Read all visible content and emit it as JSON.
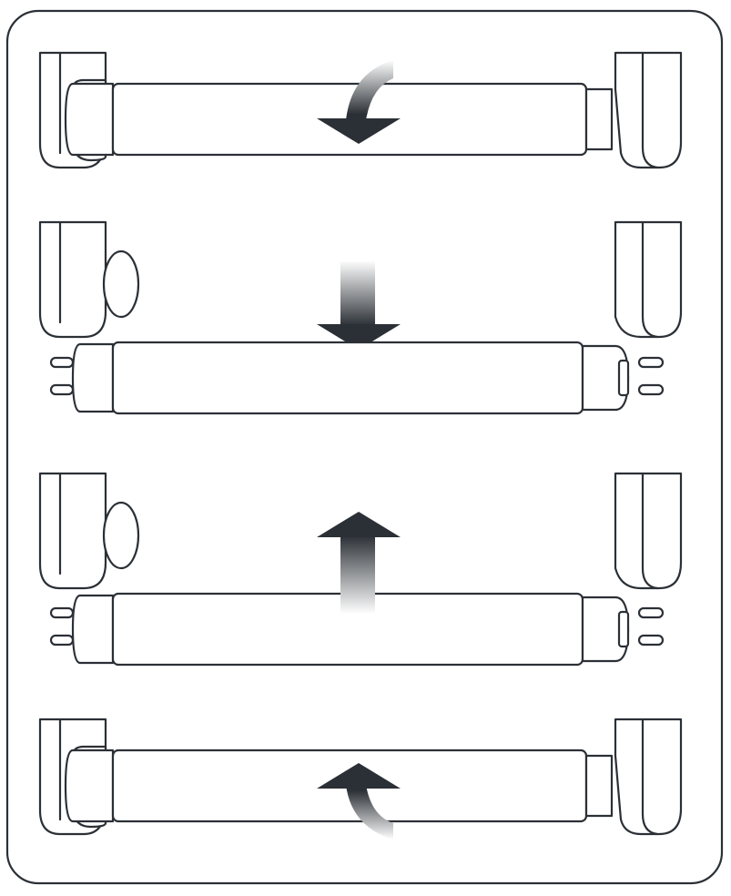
{
  "diagram": {
    "description_steps": [
      "installed",
      "remove",
      "insert",
      "rotate"
    ],
    "colors": {
      "line": "#2b3036",
      "arrow_dark": "#2b3036",
      "arrow_light": "#ffffff",
      "background": "#ffffff"
    },
    "panels": [
      {
        "step": "installed-tube-rotate",
        "arrow": "curved-down-icon"
      },
      {
        "step": "tube-lowered-from-holders",
        "arrow": "straight-down-icon"
      },
      {
        "step": "tube-raised-to-holders",
        "arrow": "straight-up-icon"
      },
      {
        "step": "installed-tube-rotate-back",
        "arrow": "curved-up-icon"
      }
    ]
  }
}
